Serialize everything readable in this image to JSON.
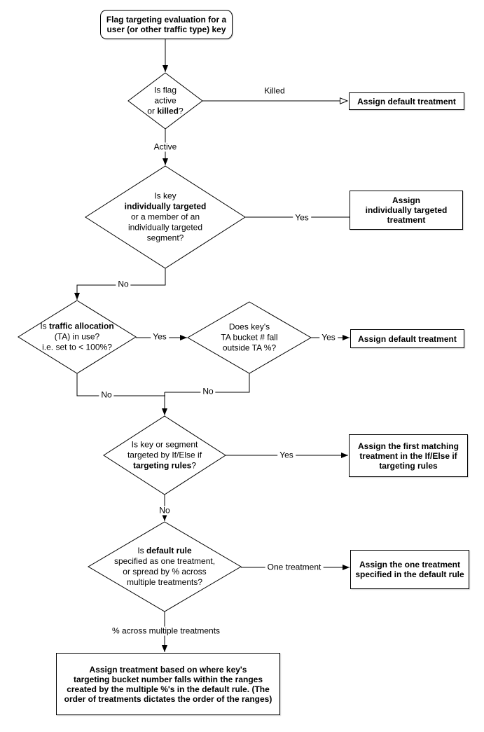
{
  "colors": {
    "stroke": "#000000",
    "background": "#ffffff"
  },
  "nodes": {
    "start": {
      "l1": "Flag targeting evaluation for a",
      "l2": "user (or other traffic type) key"
    },
    "d_active": {
      "l1": "Is flag",
      "l2": "active",
      "l3a": "or ",
      "l3b": "killed",
      "l3c": "?"
    },
    "box_default_top": {
      "text": "Assign default treatment"
    },
    "d_individual": {
      "l1": "Is key",
      "l2": "individually targeted",
      "l3": "or a member of an",
      "l4": "individually targeted",
      "l5": "segment?"
    },
    "box_individual": {
      "l1": "Assign",
      "l2": "individually targeted",
      "l3": "treatment"
    },
    "d_ta": {
      "l1a": "Is ",
      "l1b": "traffic allocation",
      "l2": "(TA) in use?",
      "l3": "i.e. set to < 100%?"
    },
    "d_bucket": {
      "l1": "Does key's",
      "l2": "TA bucket # fall",
      "l3": "outside TA %?"
    },
    "box_default_mid": {
      "text": "Assign default treatment"
    },
    "d_rules": {
      "l1": "Is key or segment",
      "l2": "targeted by If/Else if",
      "l3a": "targeting rules",
      "l3b": "?"
    },
    "box_first_match": {
      "l1": "Assign the first matching",
      "l2": "treatment in the If/Else if",
      "l3": "targeting rules"
    },
    "d_default_rule": {
      "l1a": "Is ",
      "l1b": "default rule",
      "l2": "specified as one treatment,",
      "l3": "or spread by % across",
      "l4": "multiple treatments?"
    },
    "box_one_treatment": {
      "l1": "Assign the one treatment",
      "l2": "specified in the default rule"
    },
    "box_ranges": {
      "l1": "Assign treatment based on where key's",
      "l2": "targeting bucket number falls within the ranges",
      "l3": "created by the multiple %'s in the default rule. (The",
      "l4": "order of treatments dictates the order of the ranges)"
    }
  },
  "edge_labels": {
    "killed": "Killed",
    "active": "Active",
    "yes_individual": "Yes",
    "no_individual": "No",
    "yes_ta": "Yes",
    "yes_bucket": "Yes",
    "no_ta": "No",
    "no_bucket": "No",
    "yes_rules": "Yes",
    "no_rules": "No",
    "one_treatment": "One treatment",
    "pct_across": "% across multiple treatments"
  }
}
